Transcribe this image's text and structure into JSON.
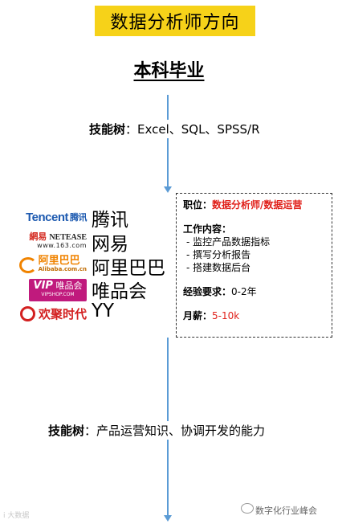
{
  "title": "数据分析师方向",
  "stage": "本科毕业",
  "skills_top": {
    "label": "技能树",
    "text": "：Excel、SQL、SPSS/R"
  },
  "companies": [
    {
      "name": "腾讯",
      "logo": {
        "l1": "Tencent",
        "l2": "腾讯"
      }
    },
    {
      "name": "网易",
      "logo": {
        "l1": "網易",
        "l2": "NETEASE",
        "l3": "www.163.com"
      }
    },
    {
      "name": "阿里巴巴",
      "logo": {
        "l1": "阿里巴巴",
        "l2": "Alibaba.com.cn"
      }
    },
    {
      "name": "唯品会",
      "logo": {
        "l1": "VIP",
        "l2": "唯品会",
        "l3": "VIPSHOP.COM"
      }
    },
    {
      "name": "YY",
      "logo": {
        "l1": "欢聚时代"
      }
    }
  ],
  "job": {
    "position_label": "职位：",
    "position_value": "数据分析师/数据运营",
    "content_label": "工作内容：",
    "content_items": [
      "-   监控产品数据指标",
      "-   撰写分析报告",
      "-   搭建数据后台"
    ],
    "exp_label": "经验要求：",
    "exp_value": "0-2年",
    "salary_label": "月薪：",
    "salary_value": "5-10k"
  },
  "skills_bottom": {
    "label": "技能树",
    "text": "：产品运营知识、协调开发的能力"
  },
  "footer": {
    "left": "i 大数据",
    "right": "数字化行业峰会"
  },
  "colors": {
    "banner": "#f6d219",
    "line": "#5b9bd5",
    "accent_red": "#e0201a"
  }
}
